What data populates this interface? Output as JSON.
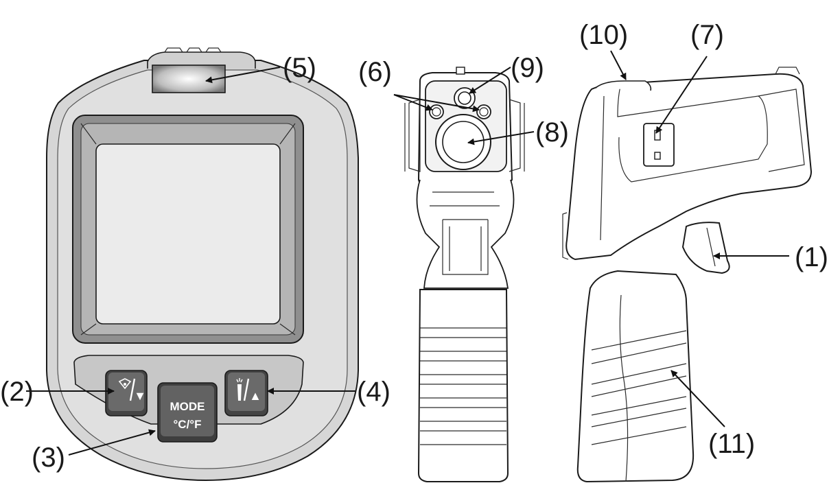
{
  "callouts": {
    "c1": "(1)",
    "c2": "(2)",
    "c3": "(3)",
    "c4": "(4)",
    "c5": "(5)",
    "c6": "(6)",
    "c7": "(7)",
    "c8": "(8)",
    "c9": "(9)",
    "c10": "(10)",
    "c11": "(11)"
  },
  "buttons": {
    "mode_label": "MODE",
    "unit_label": "°C/°F",
    "down_symbol": "▼",
    "up_symbol": "▲"
  },
  "colors": {
    "body_gray": "#d9d9d9",
    "button_dark": "#555555",
    "outline": "#1a1a1a"
  }
}
